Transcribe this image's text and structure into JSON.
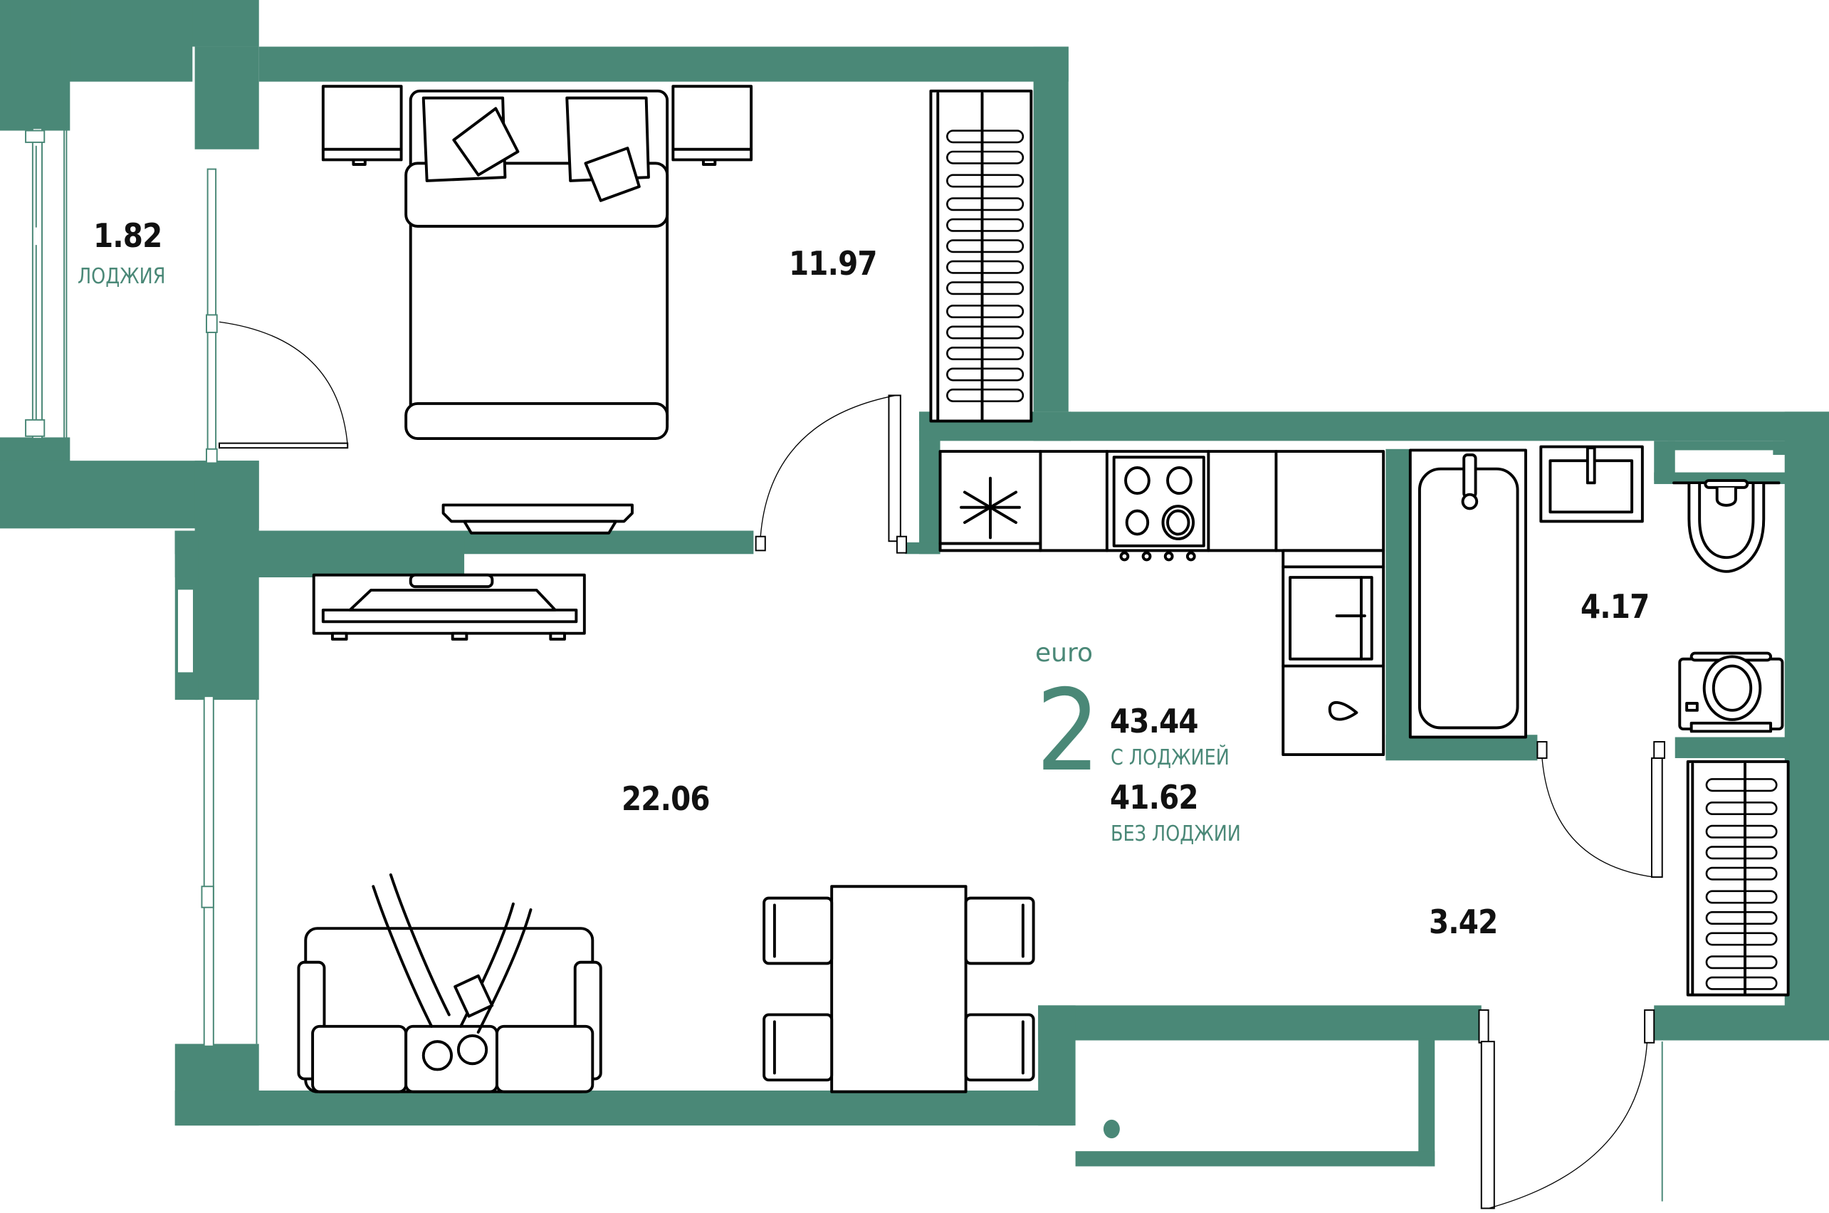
{
  "plan": {
    "type": "euro",
    "rooms_count": "2",
    "area_with_loggia": "43.44",
    "area_with_loggia_label": "С ЛОДЖИЕЙ",
    "area_without_loggia": "41.62",
    "area_without_loggia_label": "БЕЗ ЛОДЖИИ",
    "wall_color": "#4a8877"
  },
  "rooms": [
    {
      "id": "loggia",
      "area": "1.82",
      "label": "ЛОДЖИЯ"
    },
    {
      "id": "bedroom",
      "area": "11.97"
    },
    {
      "id": "living-kitchen",
      "area": "22.06"
    },
    {
      "id": "bathroom",
      "area": "4.17"
    },
    {
      "id": "hallway",
      "area": "3.42"
    }
  ],
  "icons": {
    "fridge": "snowflake-icon",
    "stove": "cooktop-icon",
    "sink": "sink-icon",
    "bathtub": "bathtub-icon",
    "toilet": "toilet-icon",
    "washer": "washing-machine-icon",
    "wardrobe": "wardrobe-icon",
    "bed": "double-bed-icon",
    "sofa": "sofa-icon",
    "dining": "dining-table-icon",
    "tv": "tv-stand-icon",
    "entrance_marker": "entrance-dot-icon"
  }
}
